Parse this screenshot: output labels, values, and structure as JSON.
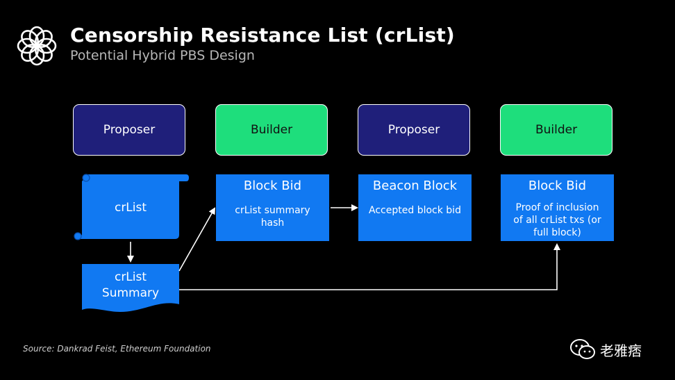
{
  "slide": {
    "title": "Censorship Resistance List (crList)",
    "subtitle": "Potential Hybrid PBS Design"
  },
  "diagram": {
    "headers": [
      {
        "label": "Proposer",
        "role": "proposer"
      },
      {
        "label": "Builder",
        "role": "builder"
      },
      {
        "label": "Proposer",
        "role": "proposer"
      },
      {
        "label": "Builder",
        "role": "builder"
      }
    ],
    "boxes": [
      {
        "title": "Block Bid",
        "subtitle": "crList summary hash"
      },
      {
        "title": "Beacon Block",
        "subtitle": "Accepted block bid"
      },
      {
        "title": "Block Bid",
        "subtitle": "Proof of inclusion of all crList txs (or full block)"
      }
    ],
    "crlist": {
      "label": "crList"
    },
    "summary": {
      "label_line1": "crList",
      "label_line2": "Summary"
    }
  },
  "source": "Source: Dankrad Feist, Ethereum Foundation",
  "watermark": {
    "text": "老雅痞",
    "faded": "AL"
  },
  "colors": {
    "background": "#000000",
    "proposer": "#1f1f7a",
    "builder": "#1ede7c",
    "box_blue": "#1179f2",
    "arrow": "#ffffff"
  }
}
